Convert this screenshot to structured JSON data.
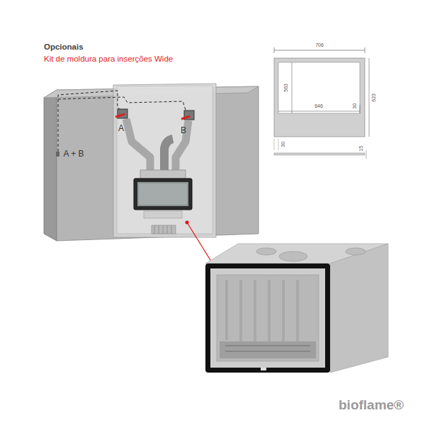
{
  "diagram": {
    "title": "Opcionais",
    "labels": [
      "Kit de moldura para inserções Wide",
      "A",
      "B",
      "A + B",
      "706",
      "563",
      "646",
      "623",
      "30",
      "30",
      "15",
      "bioflame®"
    ]
  }
}
